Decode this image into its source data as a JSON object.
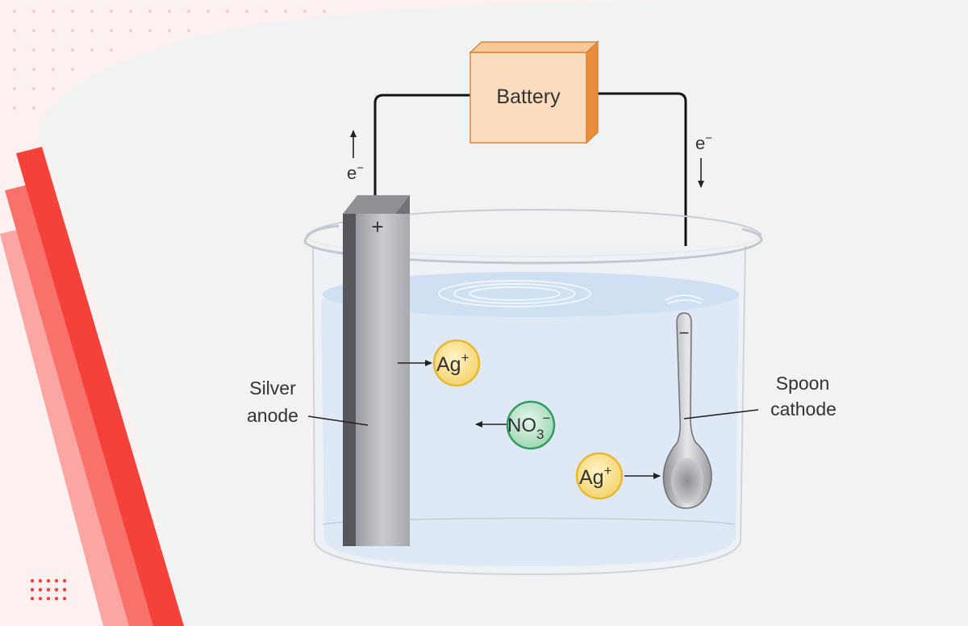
{
  "diagram": {
    "battery_label": "Battery",
    "anode_label_line1": "Silver",
    "anode_label_line2": "anode",
    "cathode_label_line1": "Spoon",
    "cathode_label_line2": "cathode",
    "electron_left": "e",
    "electron_left_sup": "−",
    "electron_right": "e",
    "electron_right_sup": "−",
    "anode_sign": "+",
    "cathode_sign": "−",
    "ion_ag_1": "Ag",
    "ion_ag_1_sup": "+",
    "ion_ag_2": "Ag",
    "ion_ag_2_sup": "+",
    "ion_no3": "NO",
    "ion_no3_sub": "3",
    "ion_no3_sup": "−"
  },
  "colors": {
    "background": "#f1f2f2",
    "accent_red": "#f4423a",
    "battery_fill": "#fbdcbf",
    "battery_edge": "#e98d3a",
    "solution": "#dfe8f5",
    "ag_ion": "#f7df8a",
    "no3_ion": "#bfe6cf"
  }
}
